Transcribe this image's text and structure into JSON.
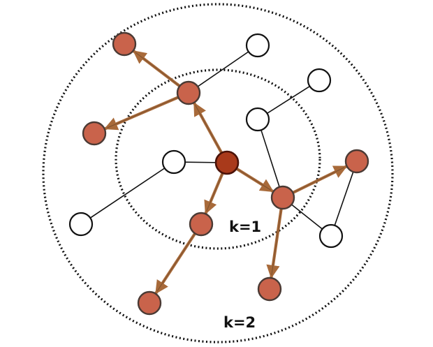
{
  "labels": {
    "inner": "k=1",
    "outer": "k=2"
  },
  "colors": {
    "center_fill": "#a93a1b",
    "center_stroke": "#4a1208",
    "reached_fill": "#c9634b",
    "reached_stroke": "#4a3a34",
    "empty_fill": "#ffffff",
    "empty_stroke": "#111111",
    "arrow": "#a86a3a",
    "edge": "#111111",
    "ring": "#111111"
  },
  "graph": {
    "nodes": [
      {
        "id": "c",
        "kind": "center"
      },
      {
        "id": "a1",
        "kind": "reached"
      },
      {
        "id": "a2",
        "kind": "reached"
      },
      {
        "id": "a3",
        "kind": "reached"
      },
      {
        "id": "b1",
        "kind": "reached"
      },
      {
        "id": "b2",
        "kind": "reached"
      },
      {
        "id": "b3",
        "kind": "reached"
      },
      {
        "id": "b4",
        "kind": "reached"
      },
      {
        "id": "b5",
        "kind": "reached"
      },
      {
        "id": "w1",
        "kind": "empty"
      },
      {
        "id": "w2",
        "kind": "empty"
      },
      {
        "id": "w3",
        "kind": "empty"
      },
      {
        "id": "w4",
        "kind": "empty"
      },
      {
        "id": "w5",
        "kind": "empty"
      },
      {
        "id": "w6",
        "kind": "empty"
      }
    ],
    "edges": [
      {
        "from": "b1",
        "to": "a1"
      },
      {
        "from": "a1",
        "to": "w2"
      },
      {
        "from": "w3",
        "to": "w4"
      },
      {
        "from": "w3",
        "to": "a3"
      },
      {
        "from": "c",
        "to": "w1"
      },
      {
        "from": "w1",
        "to": "w5"
      },
      {
        "from": "a3",
        "to": "w6"
      },
      {
        "from": "w6",
        "to": "b5"
      }
    ],
    "arrows": [
      {
        "from": "c",
        "to": "a1"
      },
      {
        "from": "c",
        "to": "a2"
      },
      {
        "from": "c",
        "to": "a3"
      },
      {
        "from": "a1",
        "to": "b1"
      },
      {
        "from": "a1",
        "to": "b2"
      },
      {
        "from": "a2",
        "to": "b3"
      },
      {
        "from": "a3",
        "to": "b4"
      },
      {
        "from": "a3",
        "to": "b5"
      }
    ]
  }
}
